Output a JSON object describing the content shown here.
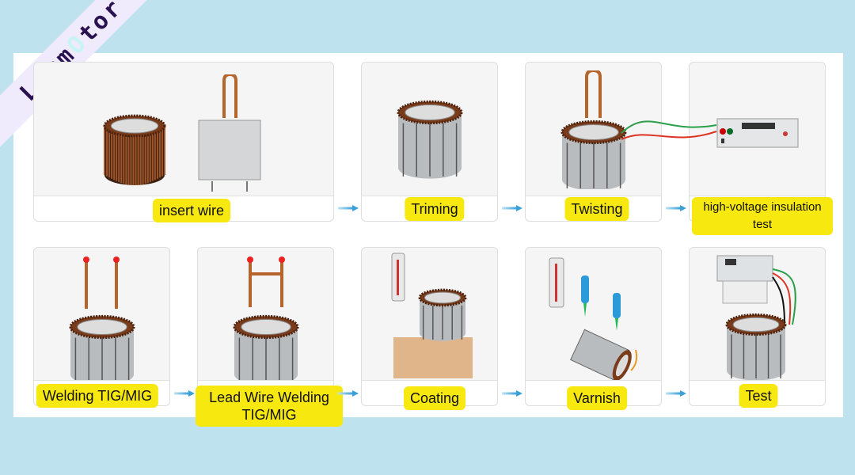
{
  "logo": {
    "text_before": "Lamm",
    "text_o": "O",
    "text_after": "tor"
  },
  "steps": [
    {
      "label": "insert wire"
    },
    {
      "label": "Triming"
    },
    {
      "label": "Twisting"
    },
    {
      "label": "high-voltage insulation test"
    },
    {
      "label": "Welding TIG/MIG"
    },
    {
      "label": "Lead Wire Welding TIG/MIG"
    },
    {
      "label": "Coating"
    },
    {
      "label": "Varnish"
    },
    {
      "label": "Test"
    }
  ],
  "colors": {
    "background": "#bee3ef",
    "label": "#f7e80f",
    "arrow": "#3aa0d8",
    "copper": "#7a3b1a",
    "steel": "#b9bcbf"
  }
}
